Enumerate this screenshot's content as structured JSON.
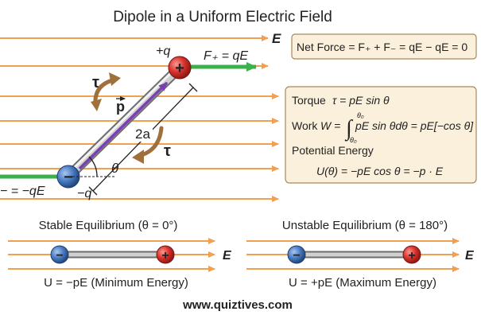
{
  "title": "Dipole in a Uniform Electric Field",
  "field_label": "E",
  "main": {
    "plus_charge_label": "+q",
    "minus_charge_label": "−q",
    "plus_sign": "+",
    "minus_sign": "−",
    "force_plus_label": "F₊ = qE",
    "force_minus_label": "− = −qE",
    "dipole_vector_label": "p",
    "separation_label": "2a",
    "torque_symbol": "τ",
    "angle_label": "θ"
  },
  "net_force_box": {
    "text": "Net Force = F₊ + F₋ = qE − qE = 0"
  },
  "info_box": {
    "torque_label": "Torque",
    "torque_formula": "τ = pE sin θ",
    "work_label": "Work",
    "work_lhs": "W =",
    "integral_sign": "∫",
    "upper_limit": "θ₀",
    "lower_limit": "θ₀",
    "work_integrand": "pE sin θdθ = pE[−cos θ]",
    "potential_label": "Potential Energy",
    "potential_formula": "U(θ) = −pE cos θ = −p · E"
  },
  "stable": {
    "title": "Stable Equilibrium (θ = 0°)",
    "energy": "U = −pE (Minimum Energy)"
  },
  "unstable": {
    "title": "Unstable Equilibrium (θ = 180°)",
    "energy": "U = +pE (Maximum Energy)"
  },
  "watermark": "www.quiztives.com",
  "colors": {
    "field_line": "#f0a050",
    "force_arrow": "#3cb04a",
    "positive": "#d9312b",
    "negative": "#4a7cc4",
    "dipole_arrow": "#7a3fb0",
    "torque_arrow": "#a0703c",
    "box_bg": "#fbf0dc",
    "box_border": "#a8895a",
    "watermark": "#1f5aa8"
  }
}
